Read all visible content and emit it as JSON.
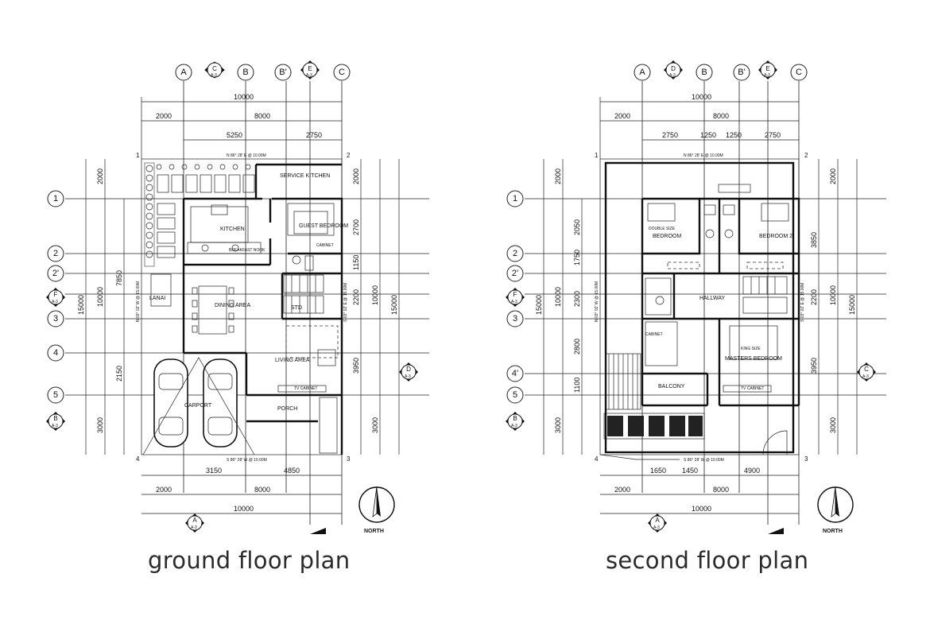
{
  "titles": {
    "ground": "ground floor plan",
    "second": "second floor plan"
  },
  "grid_columns": [
    "A",
    "B",
    "B'",
    "C"
  ],
  "grid_rows": [
    "1",
    "2",
    "2'",
    "3",
    "4",
    "5"
  ],
  "grid_rows_second": [
    "1",
    "2",
    "2'",
    "3",
    "4'",
    "5"
  ],
  "section_markers_ground": {
    "top": [
      "C",
      "E"
    ],
    "left": [
      "F",
      "B"
    ],
    "right": [
      "D"
    ],
    "bottom": [
      "A"
    ],
    "sheet": "A-3"
  },
  "section_markers_second": {
    "top": [
      "D",
      "E"
    ],
    "left": [
      "F",
      "B"
    ],
    "right": [
      "C"
    ],
    "bottom": [
      "A"
    ],
    "sheet": "A-3"
  },
  "corner_labels": [
    "1",
    "2",
    "3",
    "4"
  ],
  "ground_dims": {
    "top_total": "10000",
    "top_a": "2000",
    "top_b": "8000",
    "top_c": "5250",
    "top_d": "2750",
    "left_a": "2000",
    "left_b": "7850",
    "left_c": "10000",
    "left_d": "15000",
    "left_e": "2150",
    "left_f": "3000",
    "right_a": "2000",
    "right_b": "2700",
    "right_c": "1150",
    "right_d": "2200",
    "right_e": "10000",
    "right_f": "15000",
    "right_g": "3950",
    "right_h": "3000",
    "bot_a": "3150",
    "bot_b": "4850",
    "bot_c": "2000",
    "bot_d": "8000",
    "bot_e": "10000"
  },
  "second_dims": {
    "top_total": "10000",
    "top_a": "2000",
    "top_b": "8000",
    "top_c": "2750",
    "top_d": "1250",
    "top_e": "1250",
    "top_f": "2750",
    "left_a": "2000",
    "left_b": "2050",
    "left_c": "1750",
    "left_d": "2300",
    "left_e": "10000",
    "left_f": "15000",
    "left_g": "2800",
    "left_h": "1100",
    "left_i": "3000",
    "right_a": "2000",
    "right_b": "3850",
    "right_c": "2200",
    "right_d": "10000",
    "right_e": "15000",
    "right_f": "3950",
    "right_g": "3000",
    "bot_a": "1650",
    "bot_b": "1450",
    "bot_c": "4900",
    "bot_d": "2000",
    "bot_e": "8000",
    "bot_f": "10000"
  },
  "ground_rooms": {
    "service_kitchen": "SERVICE KITCHEN",
    "kitchen": "KITCHEN",
    "breakfast_nook": "BREAKFAST NOOK",
    "guest_bedroom": "GUEST BEDROOM",
    "cabinet": "CABINET",
    "lanai": "LANAI",
    "dining_area": "DINING AREA",
    "std": "STD",
    "living_area": "LIVING AREA",
    "carport": "CARPORT",
    "porch": "PORCH",
    "tv_cabinet": "TV CABINET"
  },
  "second_rooms": {
    "bedroom": "BEDROOM",
    "bedroom2": "BEDROOM 2",
    "double_size": "DOUBLE SIZE",
    "hallway": "HALLWAY",
    "masters_bedroom": "MASTERS BEDROOM",
    "king_size": "KING SIZE",
    "balcony": "BALCONY",
    "cabinet": "CABINET",
    "tv_cabinet": "TV CABINET"
  },
  "bearings": {
    "top_ground": "N 86° 28' E @ 10.00M",
    "left_ground": "N 03° 02' W @ 15.00M",
    "right_ground": "S 03° 02' E @ 15.00M",
    "bottom_ground": "S 86° 28' W @ 10.00M",
    "top_second": "N 86° 28' E @ 10.00M",
    "left_second": "N 03° 02' W @ 15.00M",
    "right_second": "S 03° 02' E @ 15.00M",
    "bottom_second": "S 86° 28' W @ 10.00M"
  },
  "north_label": "NORTH"
}
